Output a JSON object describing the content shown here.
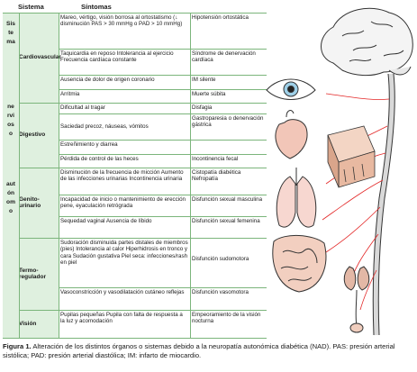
{
  "header": {
    "col1": "Sistema",
    "col2": "Síntomas"
  },
  "system_label": "Sistema nervioso autónomo",
  "groups": [
    {
      "name": "Cardiovascular",
      "rows": [
        {
          "symptom": "Mareo, vértigo, visión borrosa al ortostatismo (↓ disminución PAS > 30 mmHg o PAD > 10 mmHg)",
          "sign": "Hipotensión ortostática"
        },
        {
          "symptom": "Taquicardia en reposo Intolerancia al ejercicio Frecuencia cardíaca constante",
          "sign": "Síndrome de denervación cardíaca"
        },
        {
          "symptom": "Ausencia de dolor de origen coronario",
          "sign": "IM silente"
        },
        {
          "symptom": "Arritmia",
          "sign": "Muerte súbita"
        }
      ]
    },
    {
      "name": "Digestivo",
      "rows": [
        {
          "symptom": "Dificultad al tragar",
          "sign": "Disfagia"
        },
        {
          "symptom": "Saciedad precoz, náuseas, vómitos",
          "sign": "Gastroparesia o denervación gástrica"
        },
        {
          "symptom": "Estreñimiento y diarrea",
          "sign": ""
        },
        {
          "symptom": "Pérdida de control de las heces",
          "sign": "Incontinencia fecal"
        }
      ]
    },
    {
      "name": "Genito-urinario",
      "rows": [
        {
          "symptom": "Disminución de la frecuencia de micción Aumento de las infecciones urinarias Incontinencia urinaria",
          "sign": "Cistopatía diabética Nefropatía"
        },
        {
          "symptom": "Incapacidad de inicio o mantenimiento de erección pene, eyaculación retrógrada",
          "sign": "Disfunción sexual masculina"
        },
        {
          "symptom": "Sequedad vaginal Ausencia de líbido",
          "sign": "Disfunción sexual femenina"
        }
      ]
    },
    {
      "name": "Termo-regulador",
      "rows": [
        {
          "symptom": "Sudoración disminuida partes distales de miembros (pies) Intolerancia al calor Hiperhidrosis en tronco y cara Sudación gustativa Piel seca: infecciones/rash en piel",
          "sign": "Disfunción sudomotora"
        },
        {
          "symptom": "Vasoconstricción y vasodilatación cutáneo reflejas",
          "sign": "Disfunción vasomotora"
        }
      ]
    },
    {
      "name": "Visión",
      "rows": [
        {
          "symptom": "Pupilas pequeñas Pupila con falta de respuesta a la luz y acomodación",
          "sign": "Empeoramiento de la visión nocturna"
        }
      ]
    }
  ],
  "caption": {
    "label": "Figura 1.",
    "text": "Alteración de los distintos órganos o sistemas debido a la neuropatía autonómica diabética (NAD). PAS: presión arterial sistólica; PAD: presión arterial diastólica; IM: infarto de miocardio."
  }
}
